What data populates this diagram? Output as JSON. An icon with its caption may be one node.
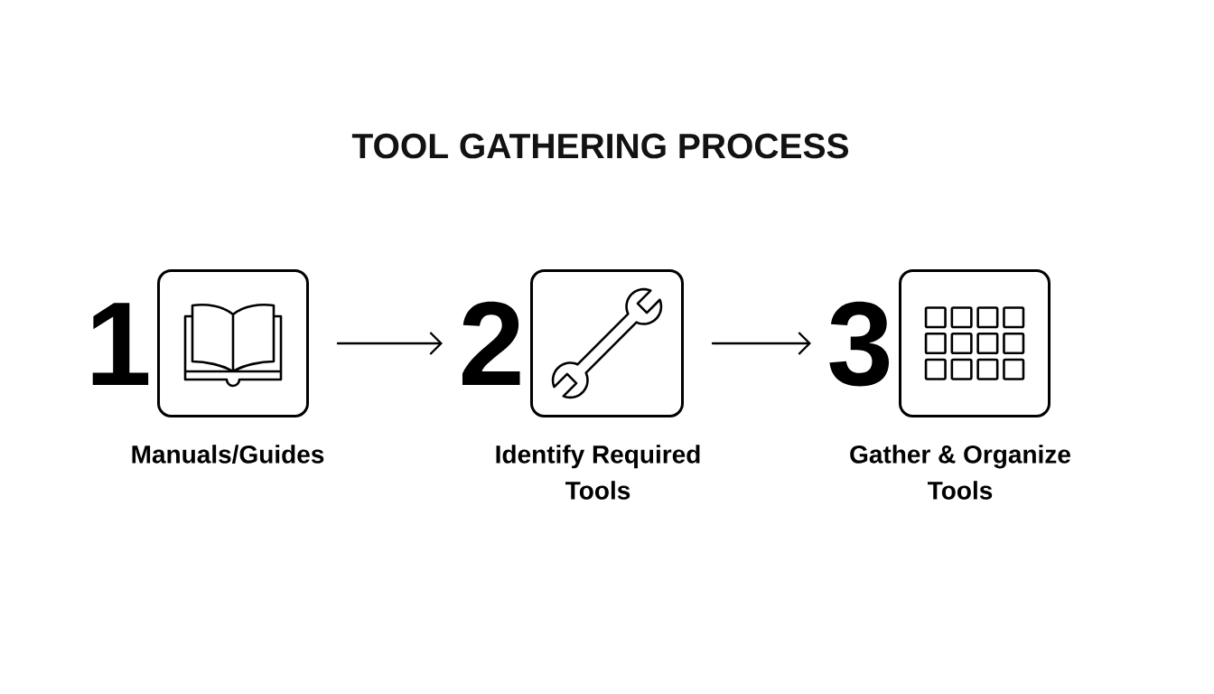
{
  "diagram": {
    "title": "TOOL GATHERING PROCESS",
    "nodes": [
      {
        "text": [
          "Manuals/Guides"
        ],
        "beside": [
          "1"
        ]
      },
      {
        "text": [
          "Identify Required Tools"
        ],
        "beside": [
          "2"
        ]
      },
      {
        "text": [
          "Gather & Organize Tools"
        ],
        "beside": [
          "3"
        ]
      }
    ],
    "edges": [
      {
        "from": 0,
        "to": 1,
        "arrow": "to"
      },
      {
        "from": 1,
        "to": 2,
        "arrow": "to"
      }
    ]
  }
}
